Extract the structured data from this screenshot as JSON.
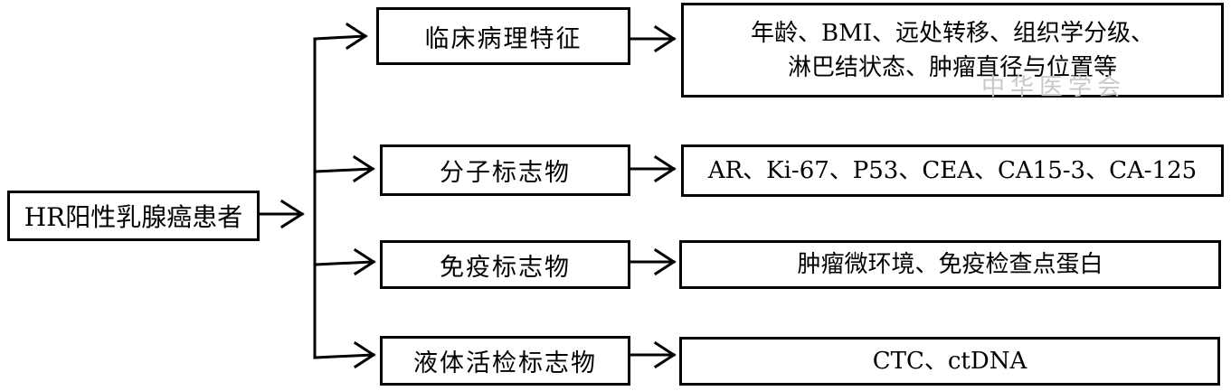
{
  "root": {
    "label": "HR阳性乳腺癌患者"
  },
  "categories": [
    {
      "label": "临床病理特征",
      "detail_lines": [
        "年龄、BMI、远处转移、组织学分级、",
        "淋巴结状态、肿瘤直径与位置等"
      ]
    },
    {
      "label": "分子标志物",
      "detail_lines": [
        "AR、Ki-67、P53、CEA、CA15-3、CA-125"
      ]
    },
    {
      "label": "免疫标志物",
      "detail_lines": [
        "肿瘤微环境、免疫检查点蛋白"
      ]
    },
    {
      "label": "液体活检标志物",
      "detail_lines": [
        "CTC、ctDNA"
      ]
    }
  ],
  "watermark": "中华医学会"
}
